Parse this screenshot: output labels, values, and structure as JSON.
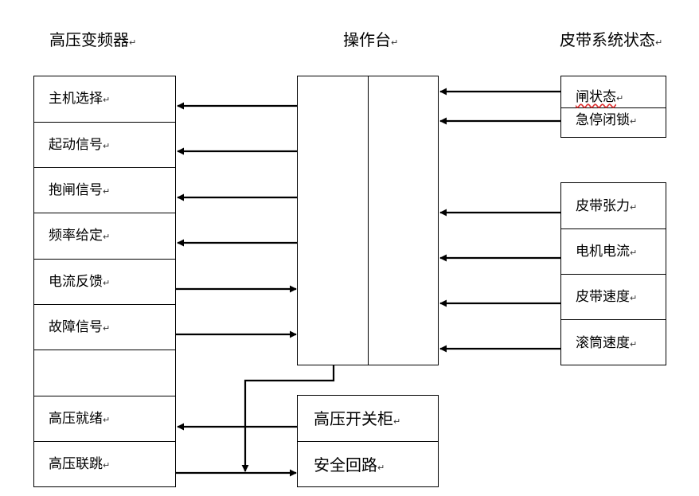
{
  "titles": {
    "hv_inverter": "高压变频器",
    "console": "操作台",
    "belt_status": "皮带系统状态"
  },
  "paragraph_mark": "↵",
  "left_items": [
    "主机选择",
    "起动信号",
    "抱闸信号",
    "频率给定",
    "电流反馈",
    "故障信号",
    "",
    "高压就绪",
    "高压联跳"
  ],
  "right_top_items": [
    "闸状态",
    "急停闭锁"
  ],
  "right_bottom_items": [
    "皮带张力",
    "电机电流",
    "皮带速度",
    "滚筒速度"
  ],
  "bottom_center_items": [
    "高压开关柜",
    "安全回路"
  ],
  "colors": {
    "line": "#000000",
    "spellcheck": "#dd3333"
  }
}
